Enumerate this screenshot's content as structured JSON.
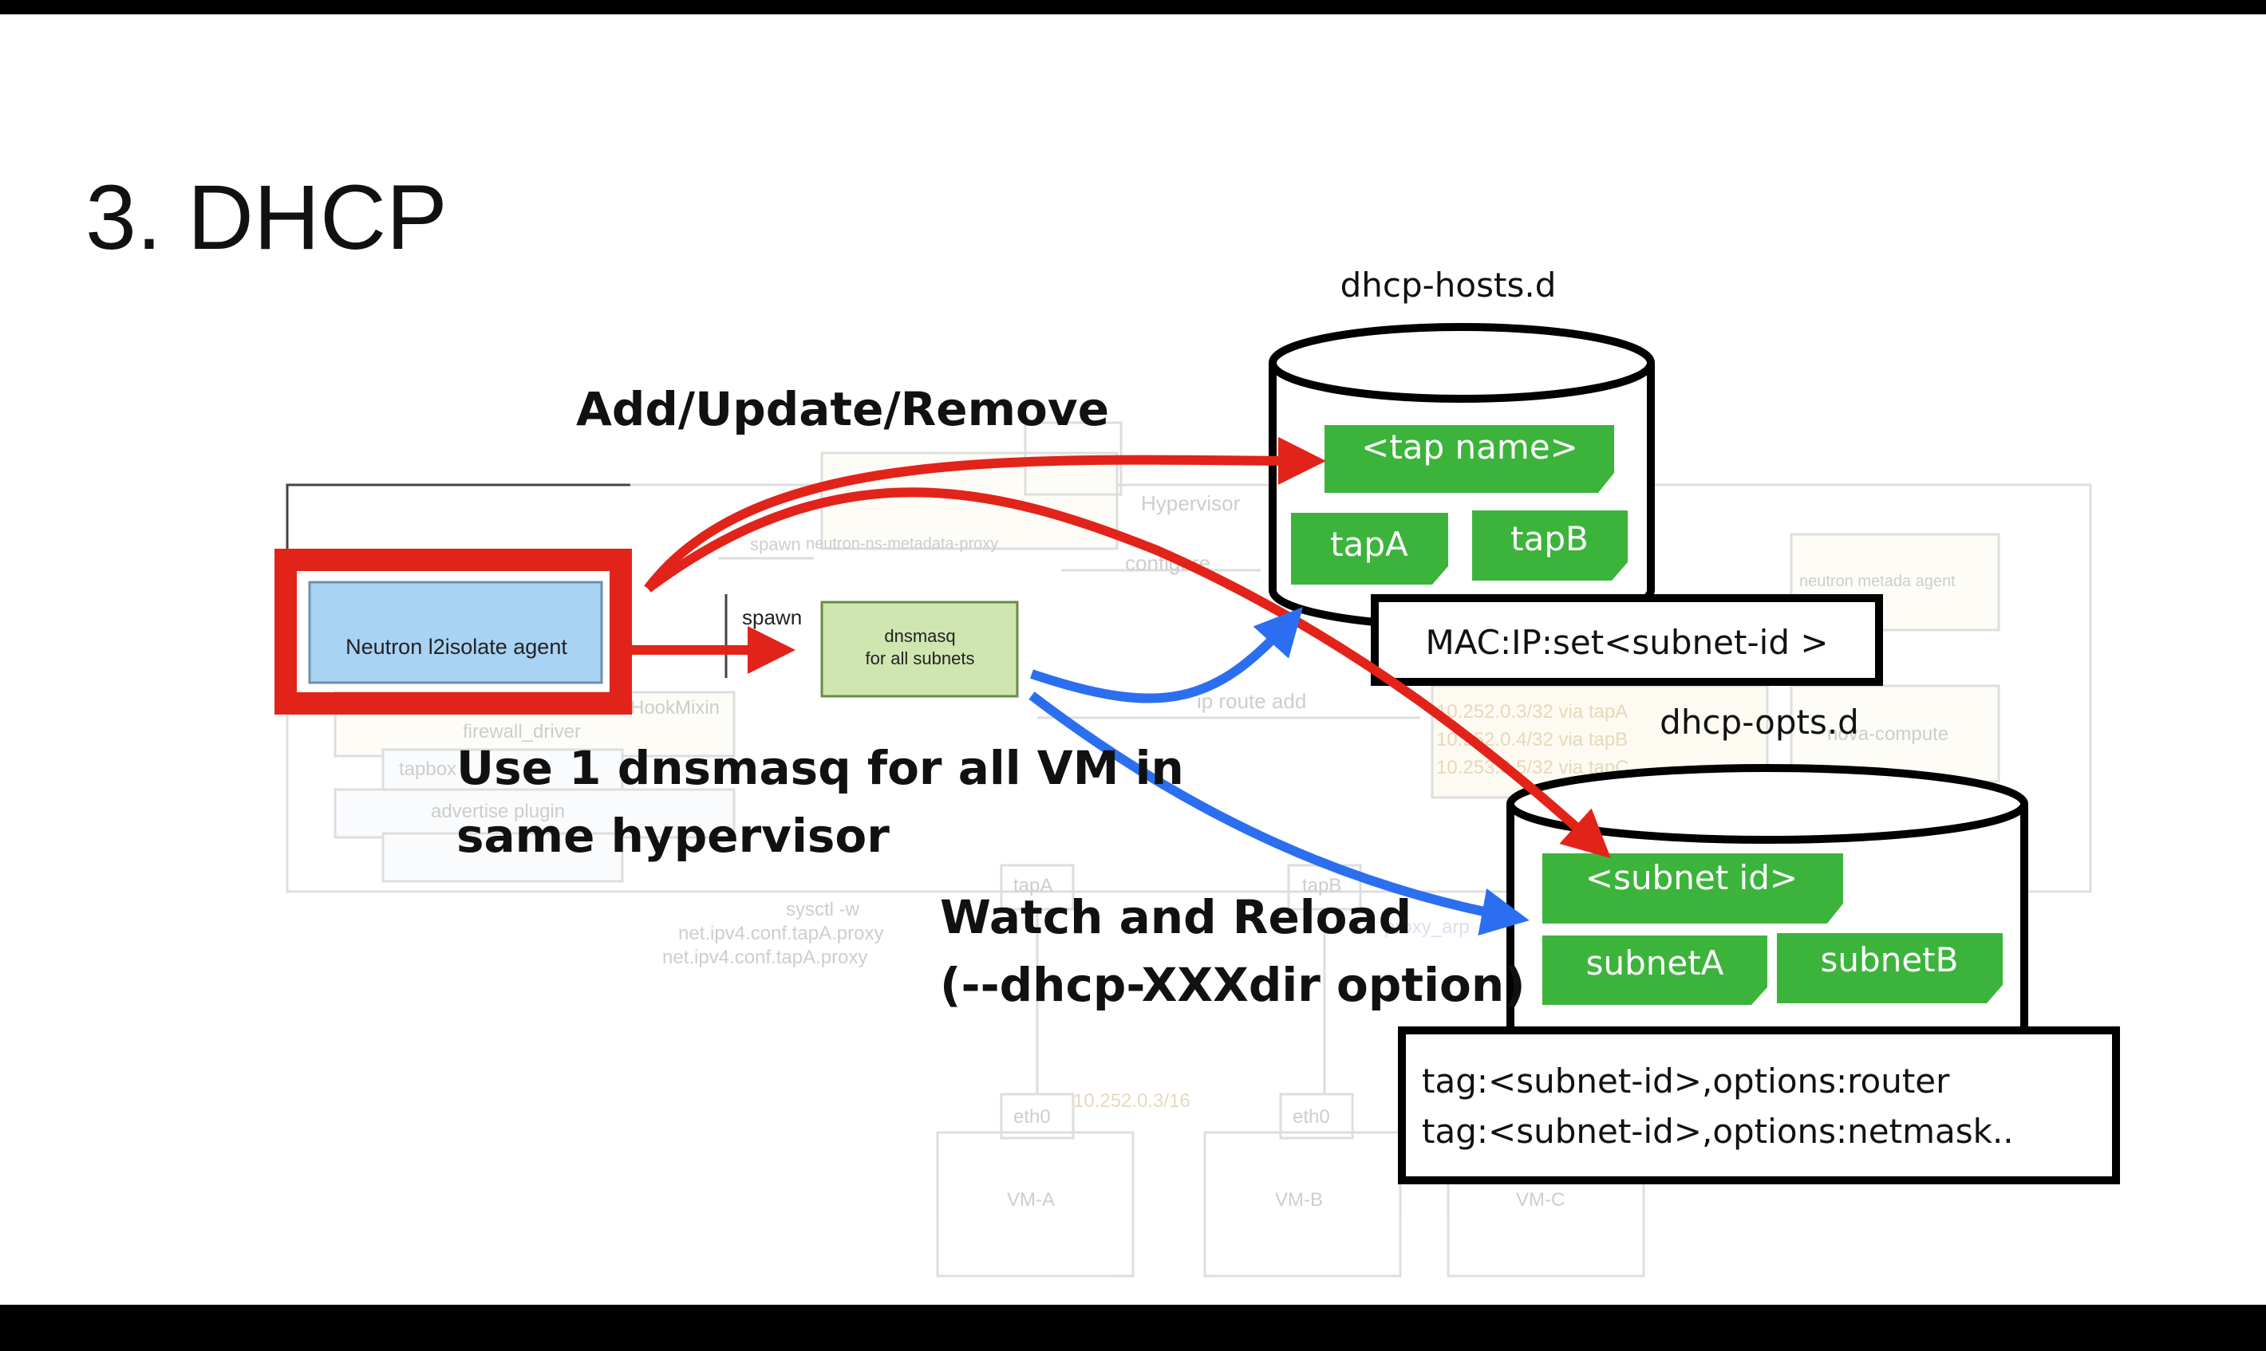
{
  "slide": {
    "title": "3. DHCP",
    "colors": {
      "red": "#e2231a",
      "blue": "#2b6ff0",
      "green": "#3cb43c",
      "agent_fill": "#a8d3f2",
      "dnsmasq_fill": "#cfe6b0"
    }
  },
  "diagram": {
    "agent": {
      "label": "Neutron  l2isolate agent"
    },
    "spawn_label": "spawn",
    "dnsmasq": {
      "line1": "dnsmasq",
      "line2": "for all subnets"
    },
    "hosts_db": {
      "label": "dhcp-hosts.d",
      "header": "<tap name>",
      "items": [
        "tapA",
        "tapB"
      ],
      "info": "MAC:IP:set<subnet-id >"
    },
    "opts_db": {
      "label": "dhcp-opts.d",
      "header": "<subnet id>",
      "items": [
        "subnetA",
        "subnetB"
      ],
      "info_lines": [
        "tag:<subnet-id>,options:router",
        "tag:<subnet-id>,options:netmask.."
      ]
    },
    "annotations": {
      "add_update": "Add/Update/Remove",
      "use_dnsmasq": [
        "Use 1 dnsmasq for all VM in",
        "same hypervisor"
      ],
      "watch_reload": [
        "Watch and Reload",
        "(--dhcp-XXXdir option)"
      ]
    },
    "faded_background": {
      "hypervisor": "Hypervisor",
      "spawn": "spawn",
      "ns_metadata": "neutron-ns-metadata-proxy",
      "configure": "configure",
      "ip_route_add": "ip route add",
      "routes": [
        "10.252.0.3/32 via tapA",
        "10.252.0.4/32 via tapB",
        "10.253.0.5/32 via tapC"
      ],
      "hook": "HookMixin",
      "firewall": "firewall_driver",
      "tapbox": "tapbox",
      "advertise": "advertise plugin",
      "sysctl": [
        "sysctl -w",
        "net.ipv4.conf.tapA.proxy",
        "net.ipv4.conf.tapA.proxy"
      ],
      "taps": [
        "tapA",
        "tapB"
      ],
      "proxy_arp": "proxy_arp",
      "eth": "eth0",
      "cidr": "10.252.0.3/16",
      "vms": [
        "VM-A",
        "VM-B",
        "VM-C"
      ],
      "metadata_agent": "neutron metada agent",
      "nova_compute": "nova-compute"
    }
  }
}
